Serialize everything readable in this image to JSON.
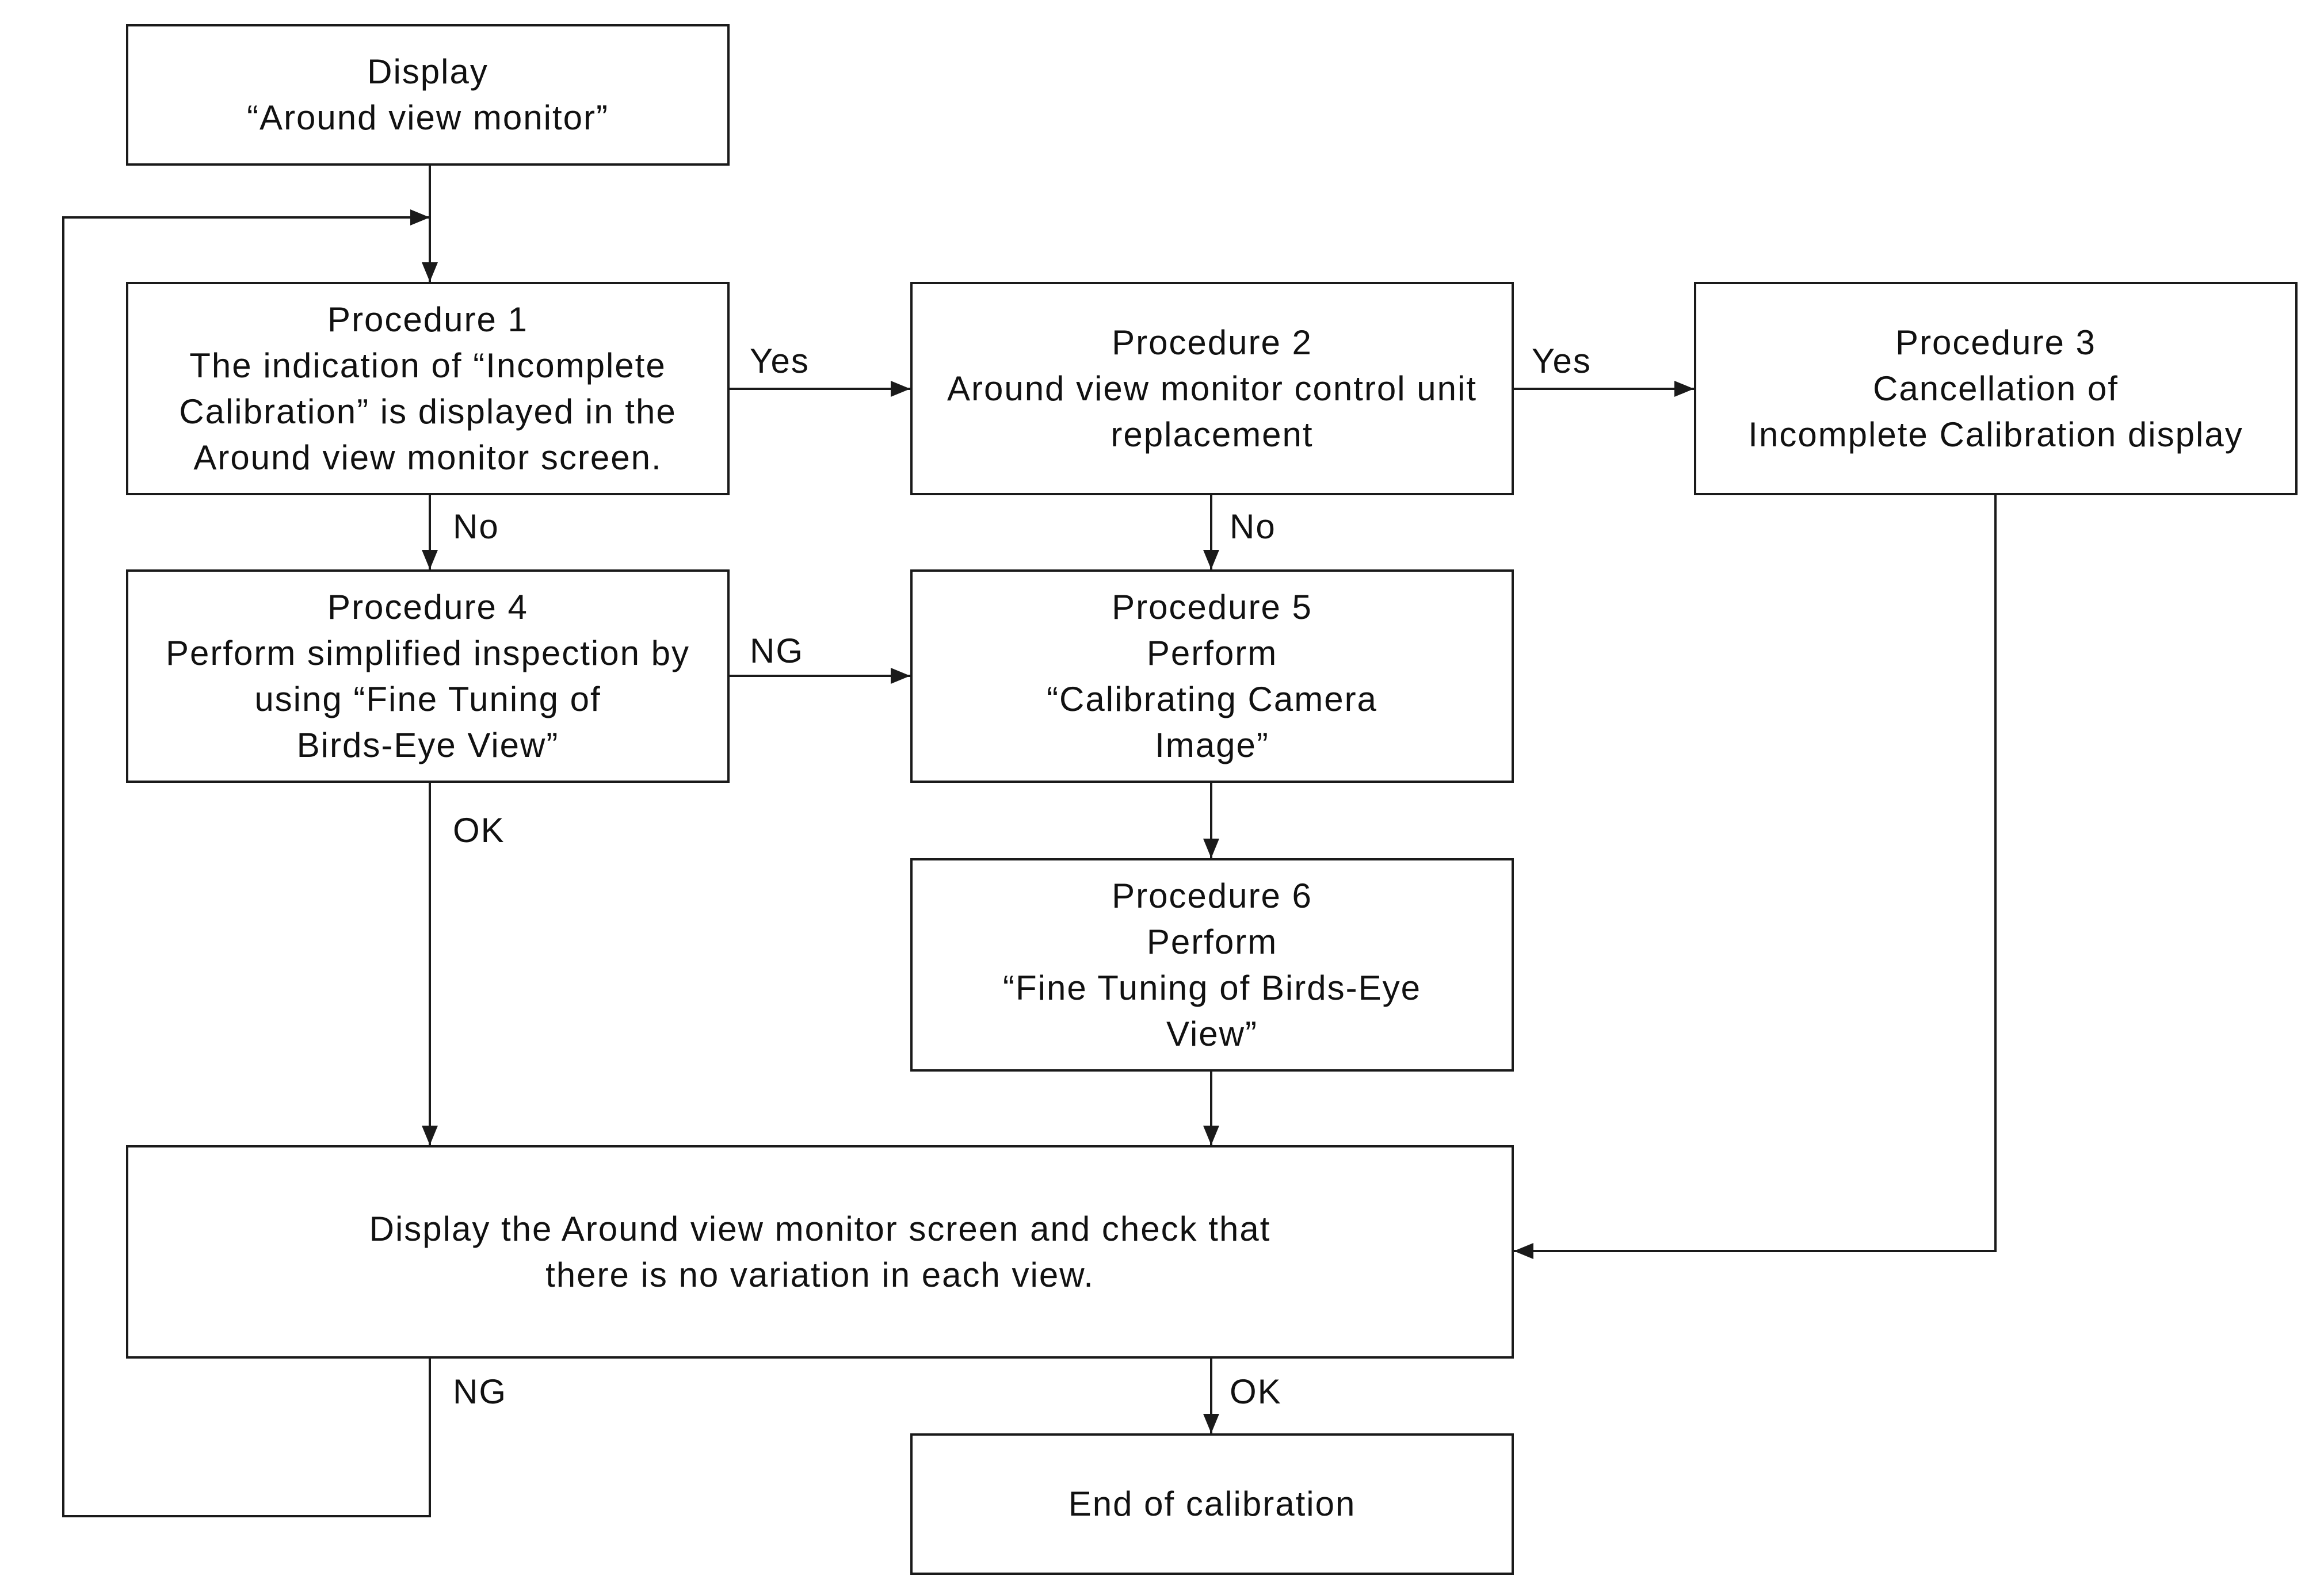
{
  "colors": {
    "stroke": "#1a1a1a",
    "text": "#111111",
    "background": "#ffffff"
  },
  "nodes": {
    "display_avm": [
      "Display",
      "“Around view monitor”"
    ],
    "procedure_1": [
      "Procedure 1",
      "The indication of “Incomplete",
      "Calibration” is displayed in the",
      "Around view monitor screen."
    ],
    "procedure_2": [
      "Procedure 2",
      "Around view monitor control unit",
      "replacement"
    ],
    "procedure_3": [
      "Procedure 3",
      "Cancellation of",
      "Incomplete Calibration display"
    ],
    "procedure_4": [
      "Procedure 4",
      "Perform simplified inspection by",
      "using “Fine Tuning of",
      "Birds-Eye View”"
    ],
    "procedure_5": [
      "Procedure 5",
      "Perform",
      "“Calibrating Camera",
      "Image”"
    ],
    "procedure_6": [
      "Procedure 6",
      "Perform",
      "“Fine Tuning of  Birds-Eye",
      "View”"
    ],
    "check_view": [
      "Display the Around view monitor screen and check that",
      "there is no variation in each view."
    ],
    "end": [
      "End of calibration"
    ]
  },
  "edge_labels": {
    "p1_yes": "Yes",
    "p2_yes": "Yes",
    "p1_no": "No",
    "p2_no": "No",
    "p4_ng": "NG",
    "p4_ok": "OK",
    "check_ng": "NG",
    "check_ok": "OK"
  }
}
